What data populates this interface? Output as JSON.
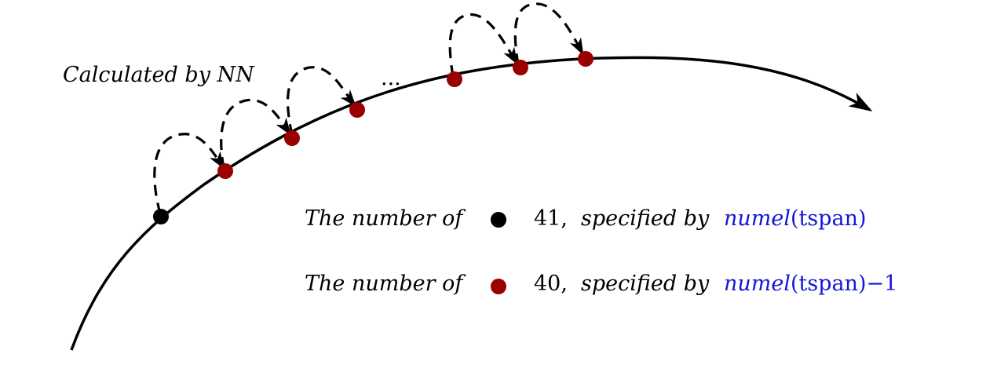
{
  "diagram": {
    "caption": "Calculated by NN",
    "ellipsis": "...",
    "colors": {
      "curve": "#000000",
      "initial_point": "#000000",
      "computed_point": "#990000",
      "code_text": "#1515d8"
    },
    "legend": [
      {
        "prefix": "The number of",
        "marker": "black-dot",
        "count": "41",
        "comma": ",",
        "specified": "specified by",
        "code_fn": "numel",
        "code_arg": "(tspan)",
        "code_suffix": ""
      },
      {
        "prefix": "The number of",
        "marker": "red-dot",
        "count": "40",
        "comma": ",",
        "specified": "specified by",
        "code_fn": "numel",
        "code_arg": "(tspan)",
        "code_suffix": "−1"
      }
    ]
  }
}
